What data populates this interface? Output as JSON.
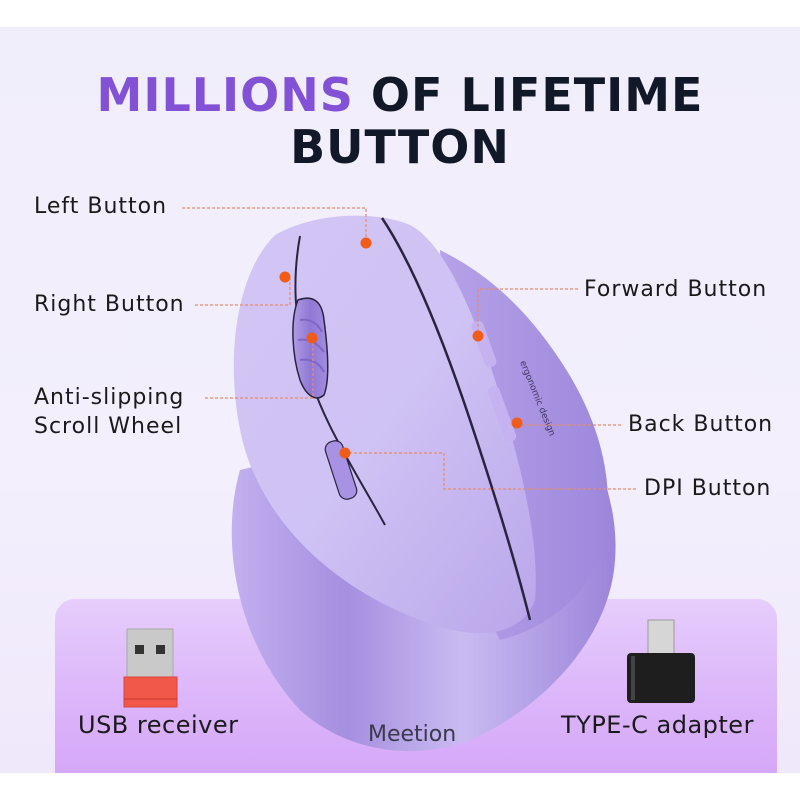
{
  "headline": {
    "accent": "MILLIONS",
    "line1_rest": " OF LIFETIME",
    "line2": "BUTTON",
    "accent_color": "#8251d6",
    "text_color": "#111827"
  },
  "callouts": [
    {
      "id": "left-button",
      "label": "Left Button"
    },
    {
      "id": "right-button",
      "label": "Right Button"
    },
    {
      "id": "scroll-wheel",
      "label_line1": "Anti-slipping",
      "label_line2": "Scroll Wheel"
    },
    {
      "id": "forward-button",
      "label": "Forward Button"
    },
    {
      "id": "back-button",
      "label": "Back Button"
    },
    {
      "id": "dpi-button",
      "label": "DPI Button"
    }
  ],
  "product": {
    "brand": "Meetion",
    "side_engraving": "ergonomic design",
    "color": "#b9a6ea"
  },
  "accessories": [
    {
      "id": "usb-receiver",
      "label": "USB receiver"
    },
    {
      "id": "type-c-adapter",
      "label": "TYPE-C adapter"
    }
  ],
  "colors": {
    "marker": "#f25c19",
    "leader_line": "#e98a6a",
    "background": "#f1eefc",
    "panel": "#dcb6fa"
  }
}
